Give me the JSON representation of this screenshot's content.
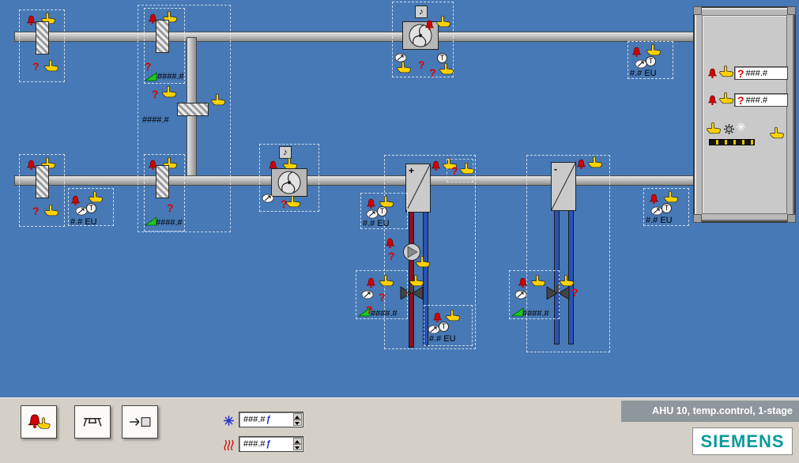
{
  "glyphs": {
    "question": "?",
    "temp": "T",
    "plus": "+",
    "minus": "-",
    "note": "♪",
    "florin": "ƒ"
  },
  "values": {
    "damper_top2": "####.#",
    "damper_vert": "####.#",
    "damper_mid2": "####.#",
    "heating_valve": "####.#",
    "cooling_valve": "####.#",
    "eu_top_right": "#.# EU",
    "eu_mid_left": "#.# EU",
    "eu_coil_left": "#.# EU",
    "eu_heating_return": "#.# EU",
    "eu_mid_right": "#.# EU"
  },
  "cabinet": {
    "row1_value": "###.#",
    "row2_value": "###.#"
  },
  "setpoints": {
    "cooling": "###.#",
    "heating": "###.#"
  },
  "footer": {
    "title": "AHU 10, temp.control, 1-stage",
    "logo": "SIEMENS"
  }
}
